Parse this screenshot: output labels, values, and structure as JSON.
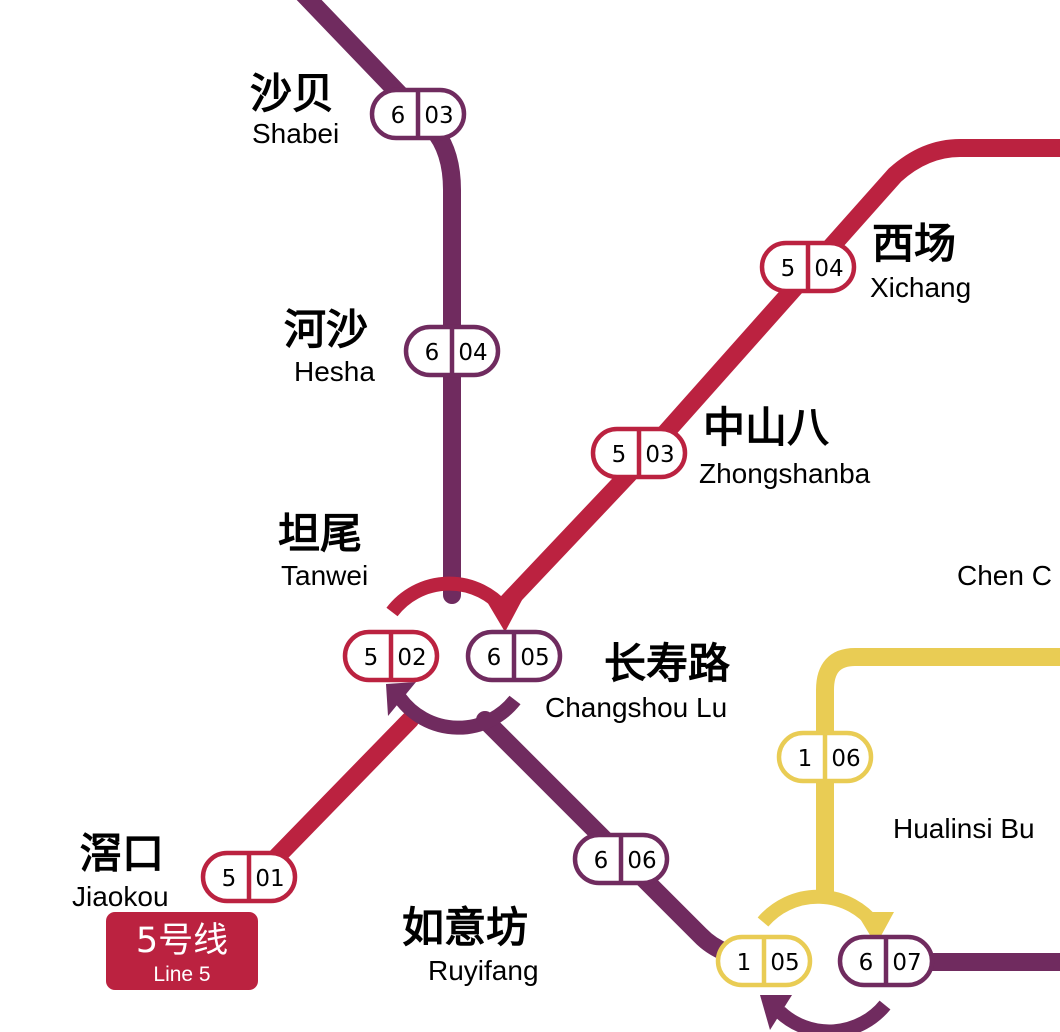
{
  "colors": {
    "line1": "#E9CC54",
    "line5": "#BB2240",
    "line6": "#702B5F"
  },
  "stations": {
    "shabei": {
      "zh": "沙贝",
      "en": "Shabei",
      "line": "6",
      "num": "03"
    },
    "hesha": {
      "zh": "河沙",
      "en": "Hesha",
      "line": "6",
      "num": "04"
    },
    "tanwei": {
      "zh": "坦尾",
      "en": "Tanwei",
      "line": "5",
      "num": "02"
    },
    "changshou": {
      "zh": "长寿路",
      "en": "Changshou Lu",
      "line": "6",
      "num": "05"
    },
    "xichang": {
      "zh": "西场",
      "en": "Xichang",
      "line": "5",
      "num": "04"
    },
    "zhongshanba": {
      "zh": "中山八",
      "en": "Zhongshanba",
      "line": "5",
      "num": "03"
    },
    "jiaokou": {
      "zh": "滘口",
      "en": "Jiaokou",
      "line": "5",
      "num": "01"
    },
    "ruyifang": {
      "zh": "如意坊",
      "en": "Ruyifang",
      "line": "6",
      "num": "06"
    },
    "l1_06": {
      "line": "1",
      "num": "06"
    },
    "l1_05": {
      "line": "1",
      "num": "05"
    },
    "l6_07": {
      "line": "6",
      "num": "07"
    }
  },
  "partial_labels": {
    "chen": "Chen C",
    "hualinsi": "Hualinsi Bu"
  },
  "badge": {
    "title": "5号线",
    "subtitle": "Line 5"
  }
}
